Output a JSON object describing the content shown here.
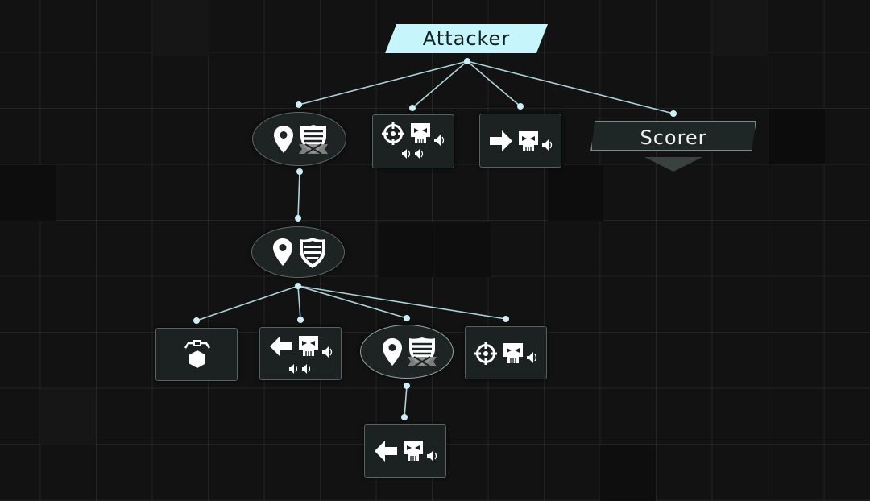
{
  "titles": {
    "root": "Attacker",
    "branch": "Scorer"
  },
  "colors": {
    "background": "#121212",
    "grid_line": "#2b2b2b",
    "connector": "#bfe7ee",
    "root_tag_fill": "#c6f6fb",
    "node_fill": "#1c2222",
    "node_border": "#56635f",
    "icon": "#ffffff"
  },
  "nodes": [
    {
      "id": "n1",
      "shape": "oval",
      "icons": [
        "location-pin-icon",
        "shield-banner-icon"
      ]
    },
    {
      "id": "n2",
      "shape": "box",
      "icons": [
        "crosshair-icon",
        "skull-icon",
        "sound-icon",
        "sound-double-icon"
      ]
    },
    {
      "id": "n3",
      "shape": "box",
      "icons": [
        "arrow-right-icon",
        "skull-icon",
        "sound-icon"
      ]
    },
    {
      "id": "scorer",
      "shape": "tag",
      "icons": []
    },
    {
      "id": "n4",
      "shape": "oval",
      "icons": [
        "location-pin-icon",
        "shield-icon"
      ]
    },
    {
      "id": "n5",
      "shape": "box",
      "icons": [
        "gear-hex-icon"
      ]
    },
    {
      "id": "n6",
      "shape": "box",
      "icons": [
        "arrow-left-icon",
        "skull-icon",
        "sound-icon",
        "sound-double-icon"
      ]
    },
    {
      "id": "n7",
      "shape": "oval",
      "icons": [
        "location-pin-icon",
        "shield-banner-icon"
      ]
    },
    {
      "id": "n8",
      "shape": "box",
      "icons": [
        "crosshair-icon",
        "skull-icon",
        "sound-icon"
      ]
    },
    {
      "id": "n9",
      "shape": "box",
      "icons": [
        "arrow-left-icon",
        "skull-icon",
        "sound-icon"
      ]
    }
  ]
}
